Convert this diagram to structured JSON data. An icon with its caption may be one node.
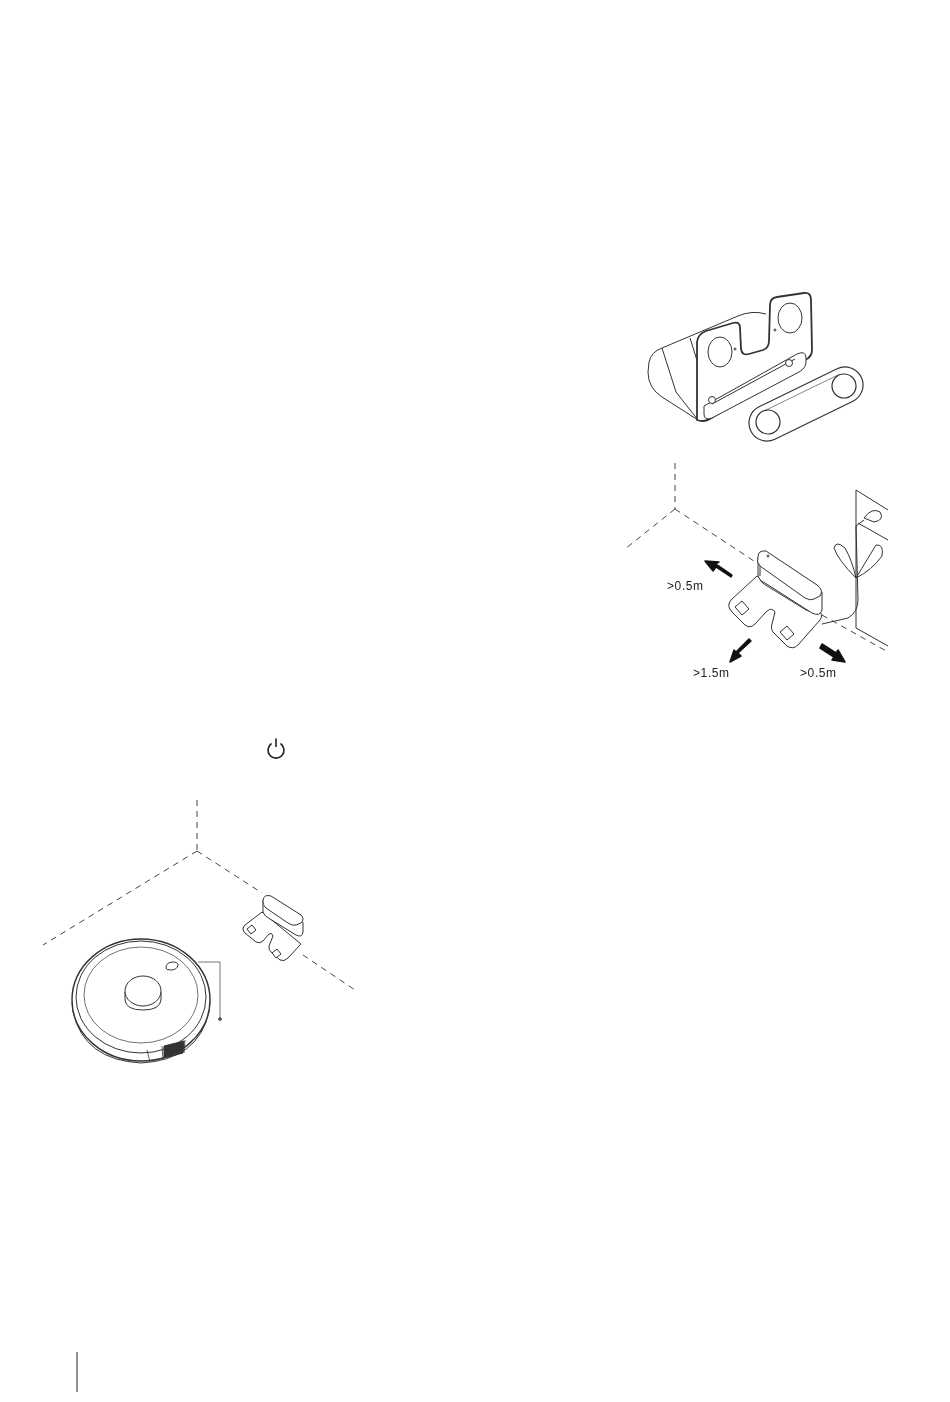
{
  "diagram": {
    "labels": [
      ">0.5m",
      ">1.5m",
      ">0.5m"
    ]
  }
}
